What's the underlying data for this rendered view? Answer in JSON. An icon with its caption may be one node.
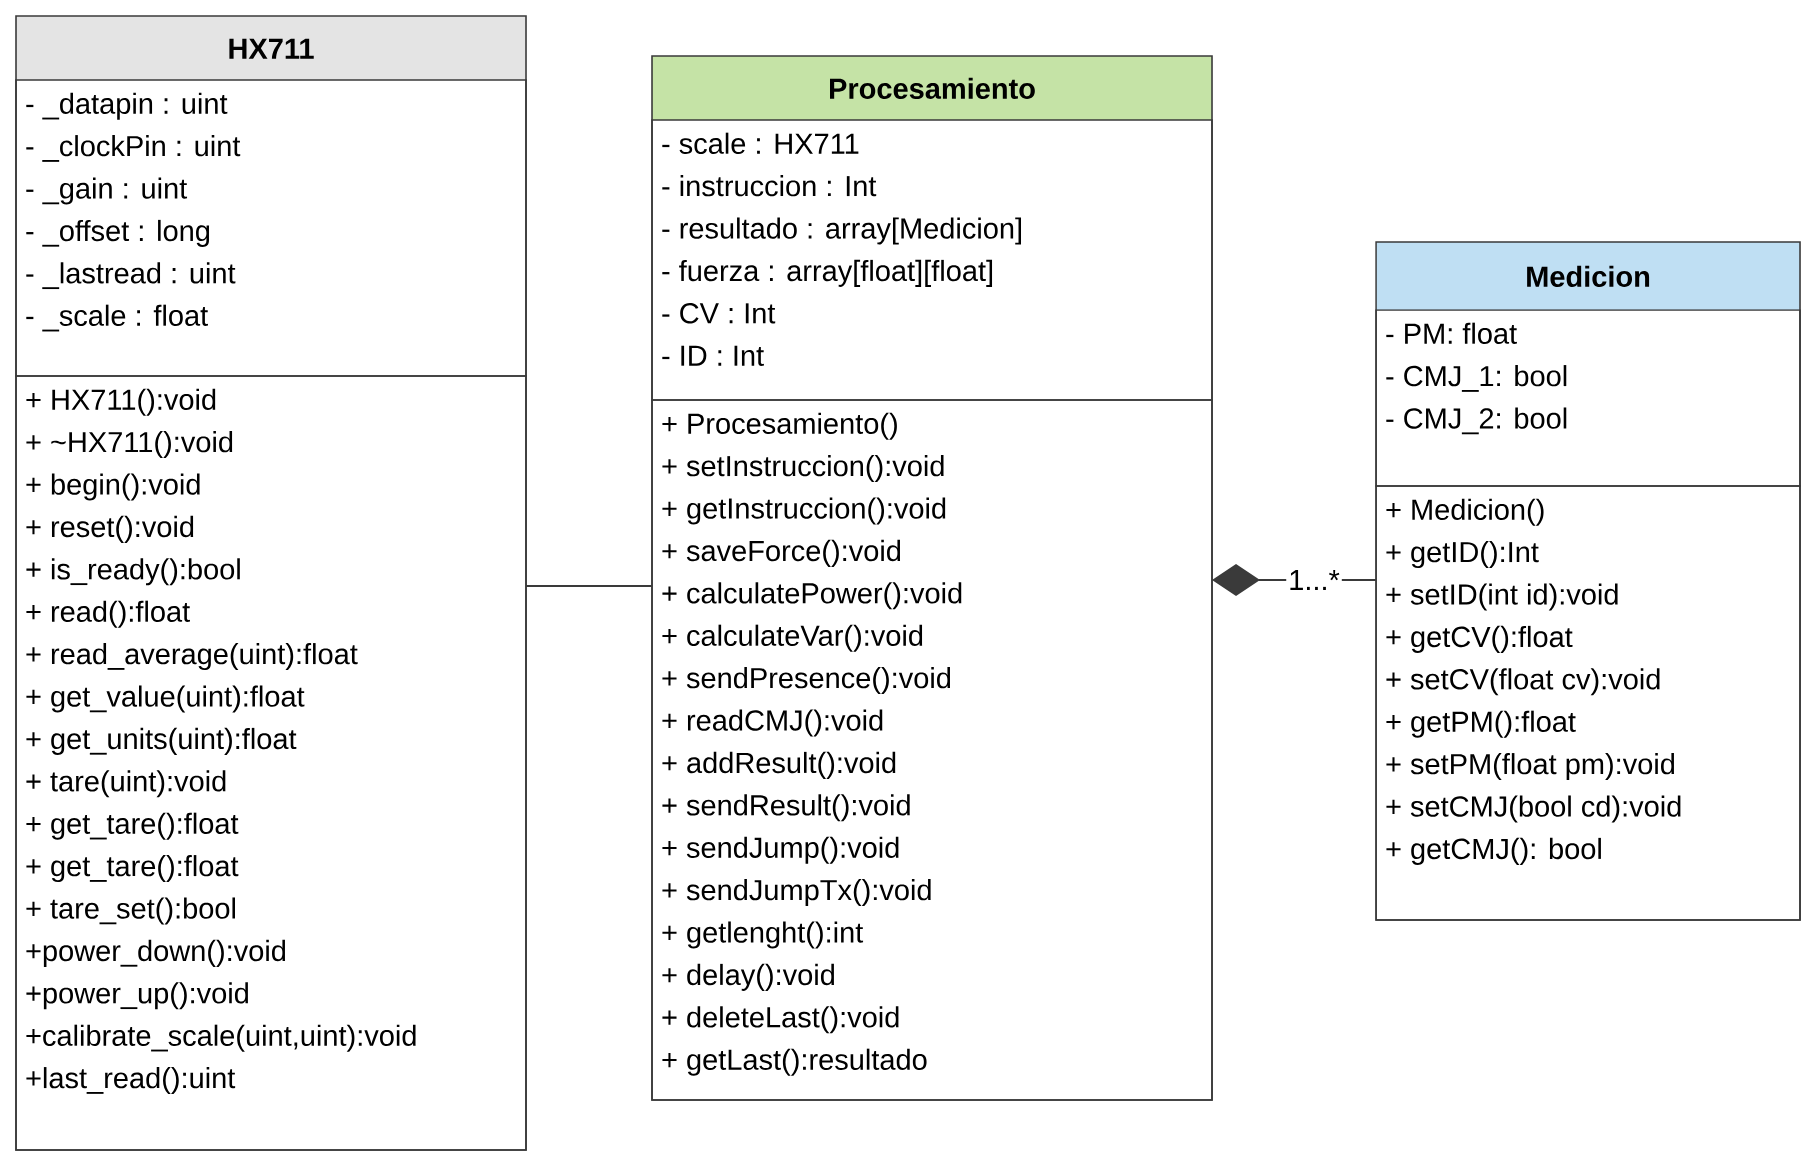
{
  "diagram": {
    "nodes": [
      {
        "text": [
          "HX711"
        ]
      },
      {
        "text": [
          "- _datapin : uint",
          "- _clockPin : uint",
          "- _gain : uint",
          "- _offset : long",
          "- _lastread : uint",
          "- _scale : float"
        ],
        "in": 0
      },
      {
        "text": [
          "+ HX711():void",
          "+ ~HX711():void",
          "+ begin():void",
          "+ reset():void",
          "+ is_ready():bool",
          "+ read():float",
          "+ read_average(uint):float",
          "+ get_value(uint):float",
          "+ get_units(uint):float",
          "+ tare(uint):void",
          "+ get_tare():float",
          "+ get_tare():float",
          "+ tare_set():bool",
          "+power_down():void",
          "+power_up():void",
          "+calibrate_scale(uint,uint):void",
          "+last_read():uint"
        ],
        "in": 0
      },
      {
        "text": [
          "Procesamiento"
        ]
      },
      {
        "text": [
          "- scale : HX711",
          "- instruccion : Int",
          "- resultado : array[Medicion]",
          "- fuerza : array[float][float]",
          "- CV : Int",
          "- ID : Int"
        ],
        "in": 3
      },
      {
        "text": [
          "+ Procesamiento()",
          "+ setInstruccion():void",
          "+ getInstruccion():void",
          "+ saveForce():void",
          "+ calculatePower():void",
          "+ calculateVar():void",
          "+ sendPresence():void",
          "+ readCMJ():void",
          "+ addResult():void",
          "+ sendResult():void",
          "+ sendJump():void",
          "+ sendJumpTx():void",
          "+ getlenght():int",
          "+ delay():void",
          "+ deleteLast():void",
          "+ getLast():resultado"
        ],
        "in": 3
      },
      {
        "text": [
          "Medicion"
        ]
      },
      {
        "text": [
          "- PM: float",
          "- CMJ_1: bool",
          "- CMJ_2: bool"
        ],
        "in": 6
      },
      {
        "text": [
          "+ Medicion()",
          "+ getID():Int",
          "+ setID(int id):void",
          "+ getCV():float",
          "+ setCV(float cv):void",
          "+ getPM():float",
          "+ setPM(float pm):void",
          "+ setCMJ(bool cd):void",
          "+ getCMJ(): bool"
        ],
        "in": 6
      }
    ],
    "edges": [
      {
        "from": 0,
        "to": 3,
        "arrow": "none"
      },
      {
        "from": 3,
        "to": 6,
        "arrow": "other",
        "label": "1...*"
      }
    ]
  }
}
